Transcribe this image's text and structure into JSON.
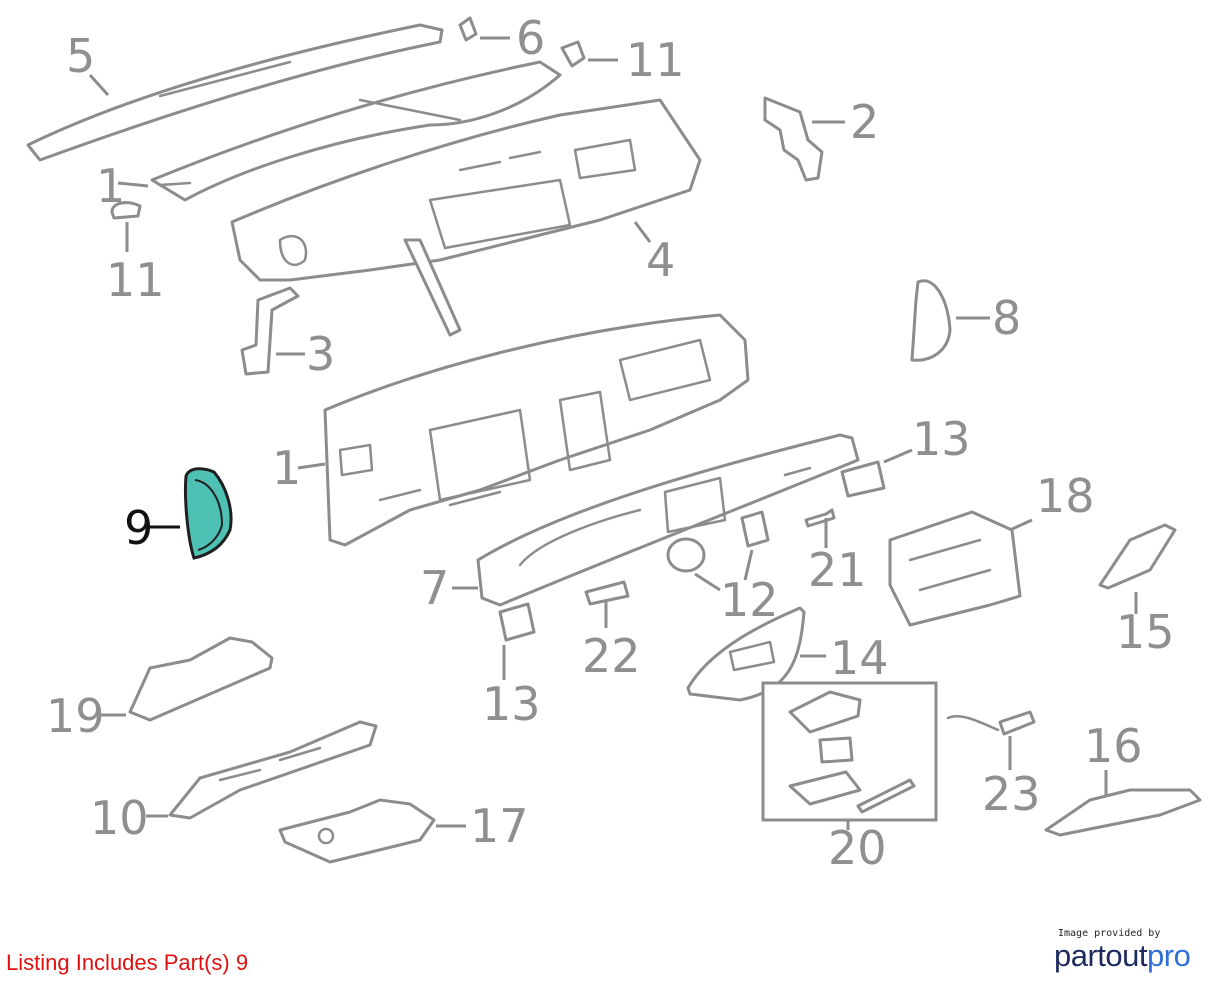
{
  "diagram": {
    "highlight_color": "#4fc1b4",
    "label_color": "#8f8f8f",
    "highlighted_part": "9",
    "labels": {
      "l1a": "1",
      "l1b": "1",
      "l2": "2",
      "l3": "3",
      "l4": "4",
      "l5": "5",
      "l6": "6",
      "l7": "7",
      "l8": "8",
      "l9": "9",
      "l10": "10",
      "l11a": "11",
      "l11b": "11",
      "l12": "12",
      "l13a": "13",
      "l13b": "13",
      "l14": "14",
      "l15": "15",
      "l16": "16",
      "l17": "17",
      "l18": "18",
      "l19": "19",
      "l20": "20",
      "l21": "21",
      "l22": "22",
      "l23": "23"
    }
  },
  "footer": {
    "listing": "Listing Includes Part(s) 9",
    "listing_color": "#e01010",
    "credit_caption": "Image provided by",
    "brand_part1": "partout",
    "brand_part2": "pro",
    "brand_color_1": "#1d2a5e",
    "brand_color_2": "#2f6fd6"
  }
}
